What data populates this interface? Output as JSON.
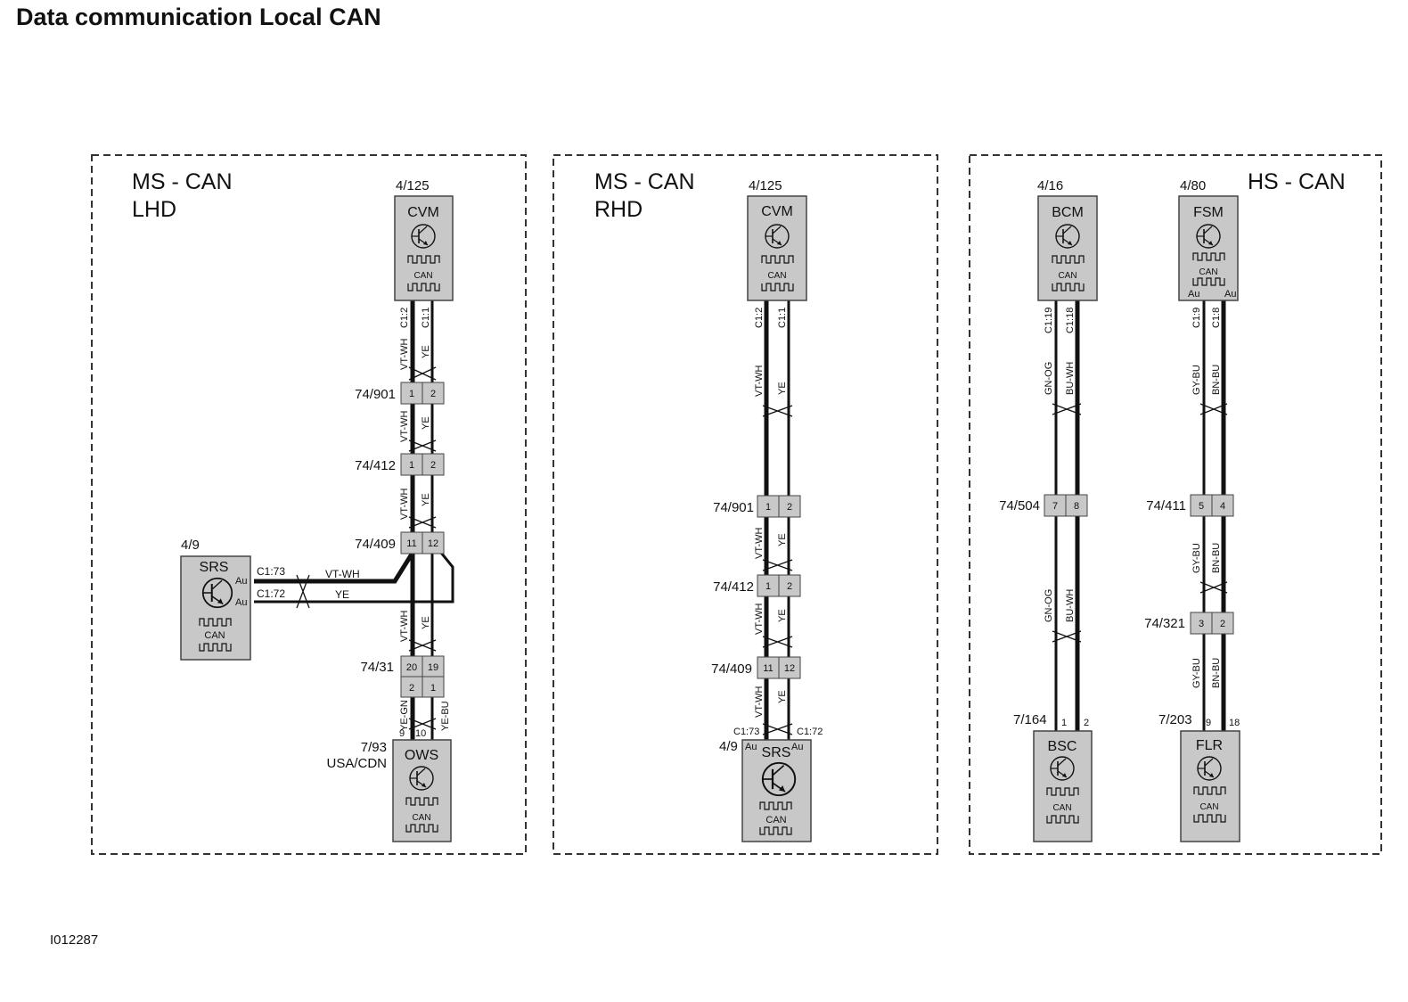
{
  "title": "Data communication Local CAN",
  "figure_id": "I012287",
  "colors": {
    "module_fill": "#c8c8c8",
    "wire": "#111111",
    "frame": "#333333"
  },
  "panels": [
    {
      "id": "ms-lhd",
      "bus": "MS - CAN",
      "drive": "LHD"
    },
    {
      "id": "ms-rhd",
      "bus": "MS - CAN",
      "drive": "RHD"
    },
    {
      "id": "hs",
      "bus": "HS - CAN",
      "drive": ""
    }
  ],
  "modules": [
    {
      "id": "cvm-lhd",
      "ref": "4/125",
      "name": "CVM",
      "ic_icon": "transistor-icon",
      "signal_icon": "square-wave-icon",
      "bus_label": "CAN"
    },
    {
      "id": "srs-lhd",
      "ref": "4/9",
      "name": "SRS",
      "ic_icon": "transistor-icon",
      "signal_icon": "square-wave-icon",
      "bus_label": "CAN",
      "pin_marks": [
        "Au",
        "Au"
      ]
    },
    {
      "id": "ows",
      "ref": "7/93",
      "ref_note": "USA/CDN",
      "name": "OWS",
      "ic_icon": "transistor-icon",
      "signal_icon": "square-wave-icon",
      "bus_label": "CAN"
    },
    {
      "id": "cvm-rhd",
      "ref": "4/125",
      "name": "CVM",
      "ic_icon": "transistor-icon",
      "signal_icon": "square-wave-icon",
      "bus_label": "CAN"
    },
    {
      "id": "srs-rhd",
      "ref": "4/9",
      "name": "SRS",
      "ic_icon": "transistor-icon",
      "signal_icon": "square-wave-icon",
      "bus_label": "CAN",
      "pin_marks": [
        "Au",
        "Au"
      ]
    },
    {
      "id": "bcm",
      "ref": "4/16",
      "name": "BCM",
      "ic_icon": "transistor-icon",
      "signal_icon": "square-wave-icon",
      "bus_label": "CAN"
    },
    {
      "id": "fsm",
      "ref": "4/80",
      "name": "FSM",
      "ic_icon": "transistor-icon",
      "signal_icon": "square-wave-icon",
      "bus_label": "CAN",
      "pin_marks": [
        "Au",
        "Au"
      ]
    },
    {
      "id": "bsc",
      "ref": "7/164",
      "name": "BSC",
      "ic_icon": "transistor-icon",
      "signal_icon": "square-wave-icon",
      "bus_label": "CAN"
    },
    {
      "id": "flr",
      "ref": "7/203",
      "name": "FLR",
      "ic_icon": "transistor-icon",
      "signal_icon": "square-wave-icon",
      "bus_label": "CAN"
    }
  ],
  "connectors": [
    {
      "id": "c-lhd-901",
      "ref": "74/901",
      "pins": [
        "1",
        "2"
      ]
    },
    {
      "id": "c-lhd-412",
      "ref": "74/412",
      "pins": [
        "1",
        "2"
      ]
    },
    {
      "id": "c-lhd-409",
      "ref": "74/409",
      "pins": [
        "11",
        "12"
      ]
    },
    {
      "id": "c-lhd-31",
      "ref": "74/31",
      "pins": [
        "20",
        "19",
        "2",
        "1"
      ]
    },
    {
      "id": "c-rhd-901",
      "ref": "74/901",
      "pins": [
        "1",
        "2"
      ]
    },
    {
      "id": "c-rhd-412",
      "ref": "74/412",
      "pins": [
        "1",
        "2"
      ]
    },
    {
      "id": "c-rhd-409",
      "ref": "74/409",
      "pins": [
        "11",
        "12"
      ]
    },
    {
      "id": "c-504",
      "ref": "74/504",
      "pins": [
        "7",
        "8"
      ]
    },
    {
      "id": "c-411",
      "ref": "74/411",
      "pins": [
        "5",
        "4"
      ]
    },
    {
      "id": "c-321",
      "ref": "74/321",
      "pins": [
        "3",
        "2"
      ]
    }
  ],
  "wire_labels": {
    "lhd": [
      "C1:2",
      "C1:1",
      "VT-WH",
      "YE",
      "VT-WH",
      "YE",
      "VT-WH",
      "YE",
      "VT-WH",
      "YE",
      "YE-GN",
      "YE-BU",
      "9",
      "10"
    ],
    "lhd_srs": [
      "C1:73",
      "C1:72",
      "VT-WH",
      "YE"
    ],
    "rhd": [
      "C1:2",
      "C1:1",
      "VT-WH",
      "YE",
      "VT-WH",
      "YE",
      "VT-WH",
      "YE",
      "VT-WH",
      "YE",
      "C1:73",
      "C1:72"
    ],
    "bcm": [
      "C1:19",
      "C1:18",
      "GN-OG",
      "BU-WH",
      "GN-OG",
      "BU-WH",
      "1",
      "2"
    ],
    "fsm": [
      "C1:9",
      "C1:8",
      "GY-BU",
      "BN-BU",
      "GY-BU",
      "BN-BU",
      "GY-BU",
      "BN-BU",
      "9",
      "18"
    ]
  }
}
